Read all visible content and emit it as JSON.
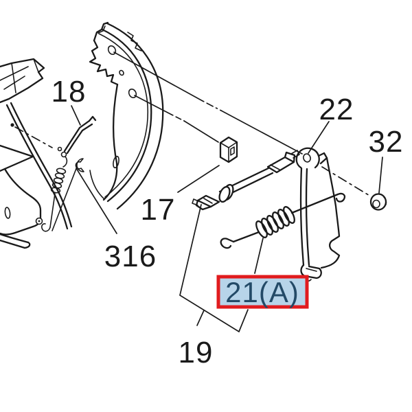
{
  "diagram": {
    "background": "#ffffff",
    "ink": "#1a1a1a",
    "labels": {
      "part18": "18",
      "part22": "22",
      "part32": "32",
      "part17": "17",
      "part316": "316",
      "part19": "19"
    },
    "highlight": {
      "label": "21(A)",
      "box_fill": "#b7d4e9",
      "box_border": "#e11b1e",
      "text_color": "#234a67"
    }
  }
}
